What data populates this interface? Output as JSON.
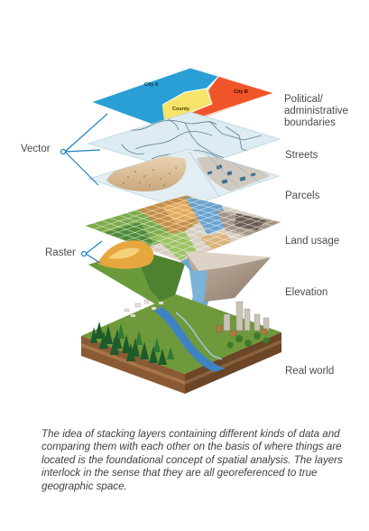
{
  "groups": {
    "vector": "Vector",
    "raster": "Raster"
  },
  "layers": {
    "political": "Political/ administrative boundaries",
    "streets": "Streets",
    "parcels": "Parcels",
    "land_usage": "Land usage",
    "elevation": "Elevation",
    "real_world": "Real world"
  },
  "map_labels": {
    "city_a": "City A",
    "city_b": "City B",
    "county": "County"
  },
  "caption": "The idea of stacking layers containing different kinds of data and comparing them with each other on the basis of where things are located is the foundational concept of spatial analysis. The layers interlock in the sense that they are all georeferenced to true geographic space.",
  "colors": {
    "city_a": "#2a9fd6",
    "city_b": "#f0552a",
    "county": "#f6e46a",
    "connector": "#1a7fc1",
    "streets_plate": "#dcecf2",
    "parcels_plate": "#e3eef4"
  }
}
